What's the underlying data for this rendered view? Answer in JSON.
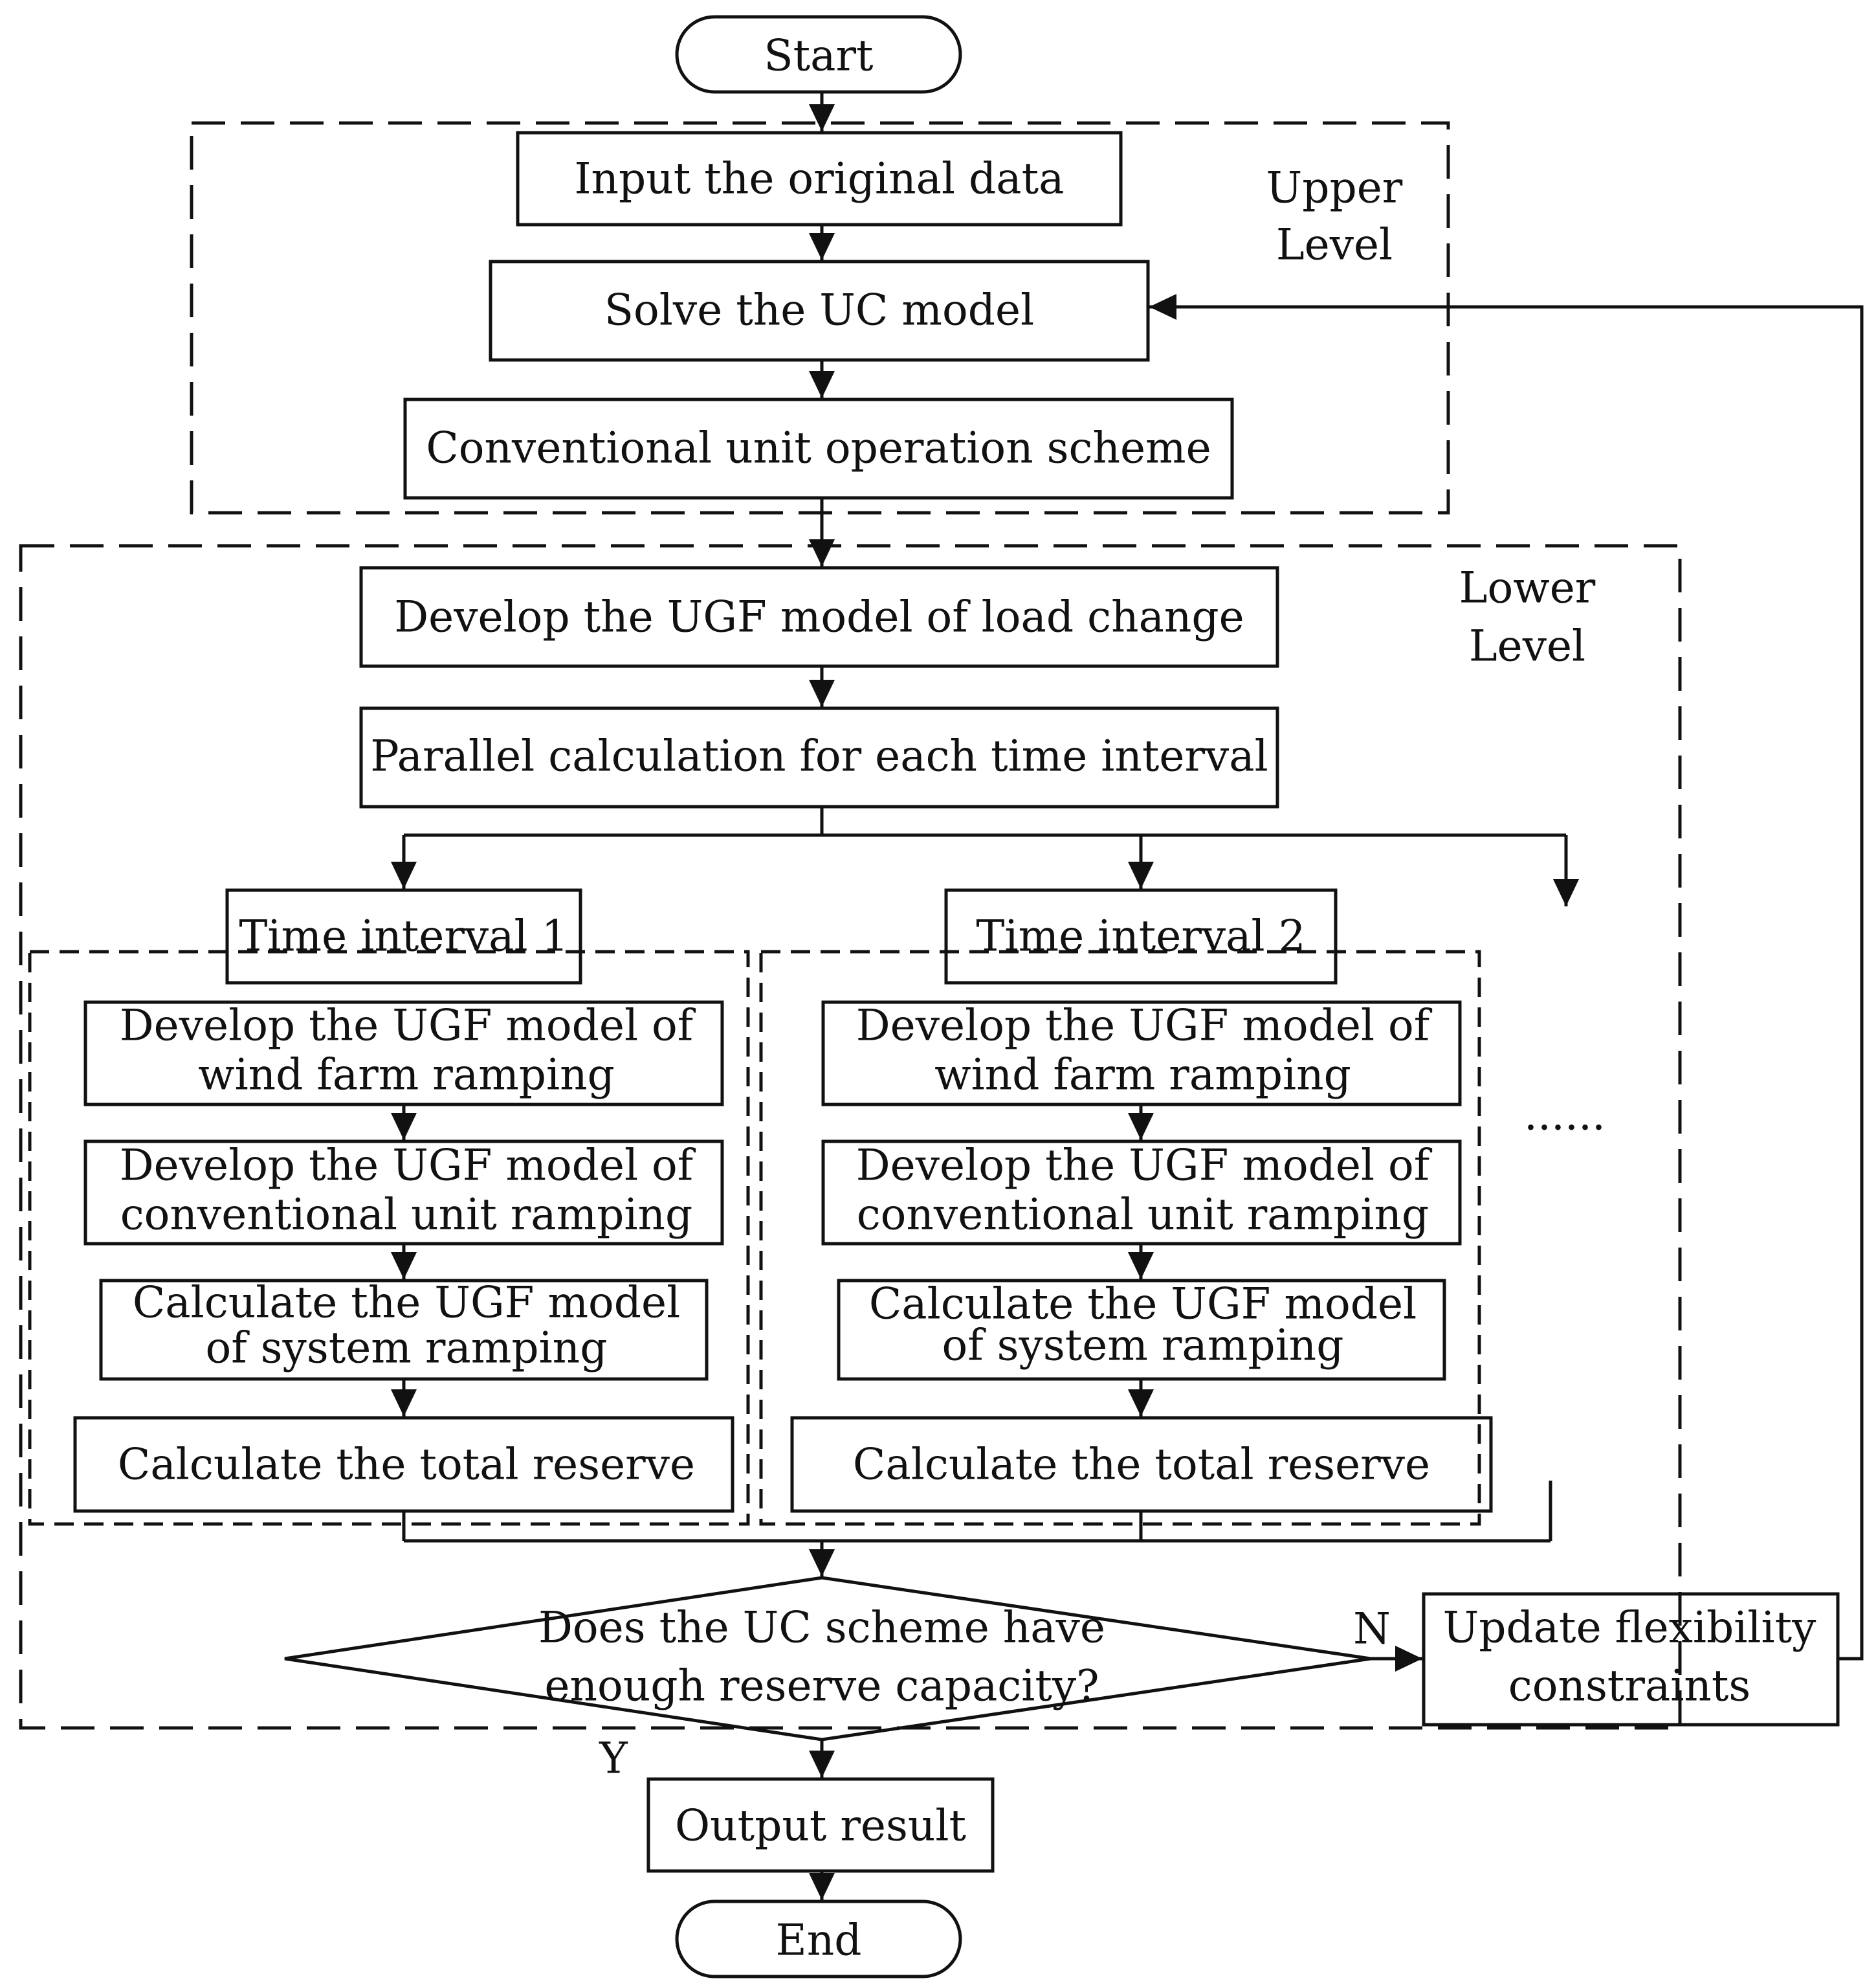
{
  "colors": {
    "line": "#111111",
    "background": "#ffffff"
  },
  "start": "Start",
  "end": "End",
  "upper_level": {
    "label_line1": "Upper",
    "label_line2": "Level",
    "input": "Input the original data",
    "solve": "Solve the UC model",
    "scheme": "Conventional unit operation scheme"
  },
  "lower_level": {
    "label_line1": "Lower",
    "label_line2": "Level",
    "develop_load": "Develop the UGF model of load change",
    "parallel": "Parallel calculation for each time interval",
    "ellipsis": "......",
    "intervals": [
      {
        "title": "Time interval 1",
        "wind_line1": "Develop the UGF model of",
        "wind_line2": "wind farm ramping",
        "conv_line1": "Develop the UGF model of",
        "conv_line2": "conventional unit ramping",
        "sys_line1": "Calculate the UGF model",
        "sys_line2": "of system ramping",
        "reserve": "Calculate the total reserve"
      },
      {
        "title": "Time interval 2",
        "wind_line1": "Develop the UGF model of",
        "wind_line2": "wind farm ramping",
        "conv_line1": "Develop the UGF model of",
        "conv_line2": "conventional unit ramping",
        "sys_line1": "Calculate the UGF model",
        "sys_line2": "of system ramping",
        "reserve": "Calculate the total reserve"
      }
    ],
    "decision_line1": "Does the UC scheme have",
    "decision_line2": "enough reserve capacity?",
    "no_label": "N",
    "yes_label": "Y",
    "update_line1": "Update flexibility",
    "update_line2": "constraints"
  },
  "output": "Output result"
}
